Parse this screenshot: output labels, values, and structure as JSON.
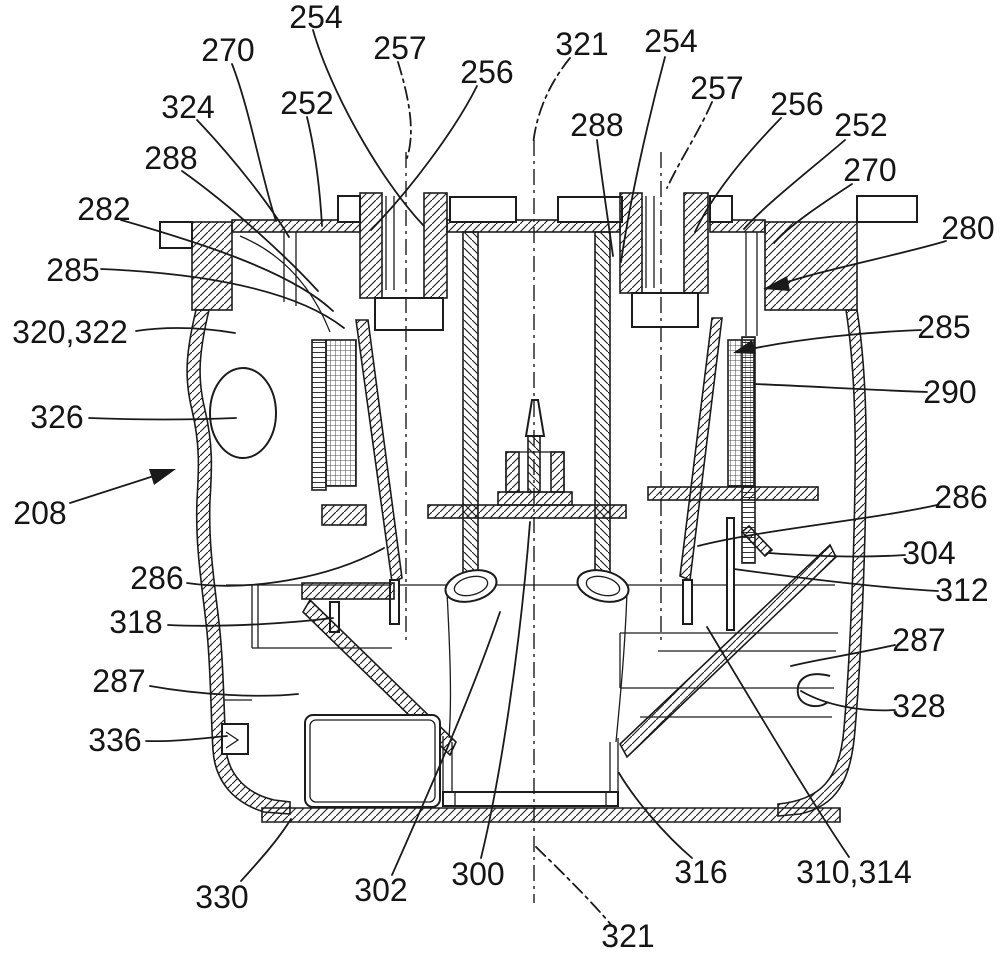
{
  "figure": {
    "kind": "patent cross-section drawing",
    "subject": "multi-cyclone separating apparatus section view",
    "background_color": "#ffffff",
    "line_color": "#1c1c1c",
    "label_color": "#151515"
  },
  "labels": [
    {
      "name": "ref-254-top-left",
      "text": "254"
    },
    {
      "name": "ref-257-top-left",
      "text": "257"
    },
    {
      "name": "ref-256-top-left",
      "text": "256"
    },
    {
      "name": "ref-270-top-left",
      "text": "270"
    },
    {
      "name": "ref-324",
      "text": "324"
    },
    {
      "name": "ref-252-top-left",
      "text": "252"
    },
    {
      "name": "ref-288-top-left",
      "text": "288"
    },
    {
      "name": "ref-282",
      "text": "282"
    },
    {
      "name": "ref-285-left",
      "text": "285"
    },
    {
      "name": "ref-321-top",
      "text": "321"
    },
    {
      "name": "ref-254-top-right",
      "text": "254"
    },
    {
      "name": "ref-288-top-right",
      "text": "288"
    },
    {
      "name": "ref-257-top-right",
      "text": "257"
    },
    {
      "name": "ref-256-top-right",
      "text": "256"
    },
    {
      "name": "ref-252-top-right",
      "text": "252"
    },
    {
      "name": "ref-270-top-right",
      "text": "270"
    },
    {
      "name": "ref-280",
      "text": "280"
    },
    {
      "name": "ref-320-322",
      "text": "320,322"
    },
    {
      "name": "ref-285-right",
      "text": "285"
    },
    {
      "name": "ref-290",
      "text": "290"
    },
    {
      "name": "ref-326",
      "text": "326"
    },
    {
      "name": "ref-208",
      "text": "208"
    },
    {
      "name": "ref-286-right",
      "text": "286"
    },
    {
      "name": "ref-304",
      "text": "304"
    },
    {
      "name": "ref-312",
      "text": "312"
    },
    {
      "name": "ref-286-left",
      "text": "286"
    },
    {
      "name": "ref-318",
      "text": "318"
    },
    {
      "name": "ref-287-right",
      "text": "287"
    },
    {
      "name": "ref-287-left",
      "text": "287"
    },
    {
      "name": "ref-328",
      "text": "328"
    },
    {
      "name": "ref-336",
      "text": "336"
    },
    {
      "name": "ref-330",
      "text": "330"
    },
    {
      "name": "ref-302",
      "text": "302"
    },
    {
      "name": "ref-300",
      "text": "300"
    },
    {
      "name": "ref-316",
      "text": "316"
    },
    {
      "name": "ref-310-314",
      "text": "310,314"
    },
    {
      "name": "ref-321-bottom",
      "text": "321"
    }
  ]
}
